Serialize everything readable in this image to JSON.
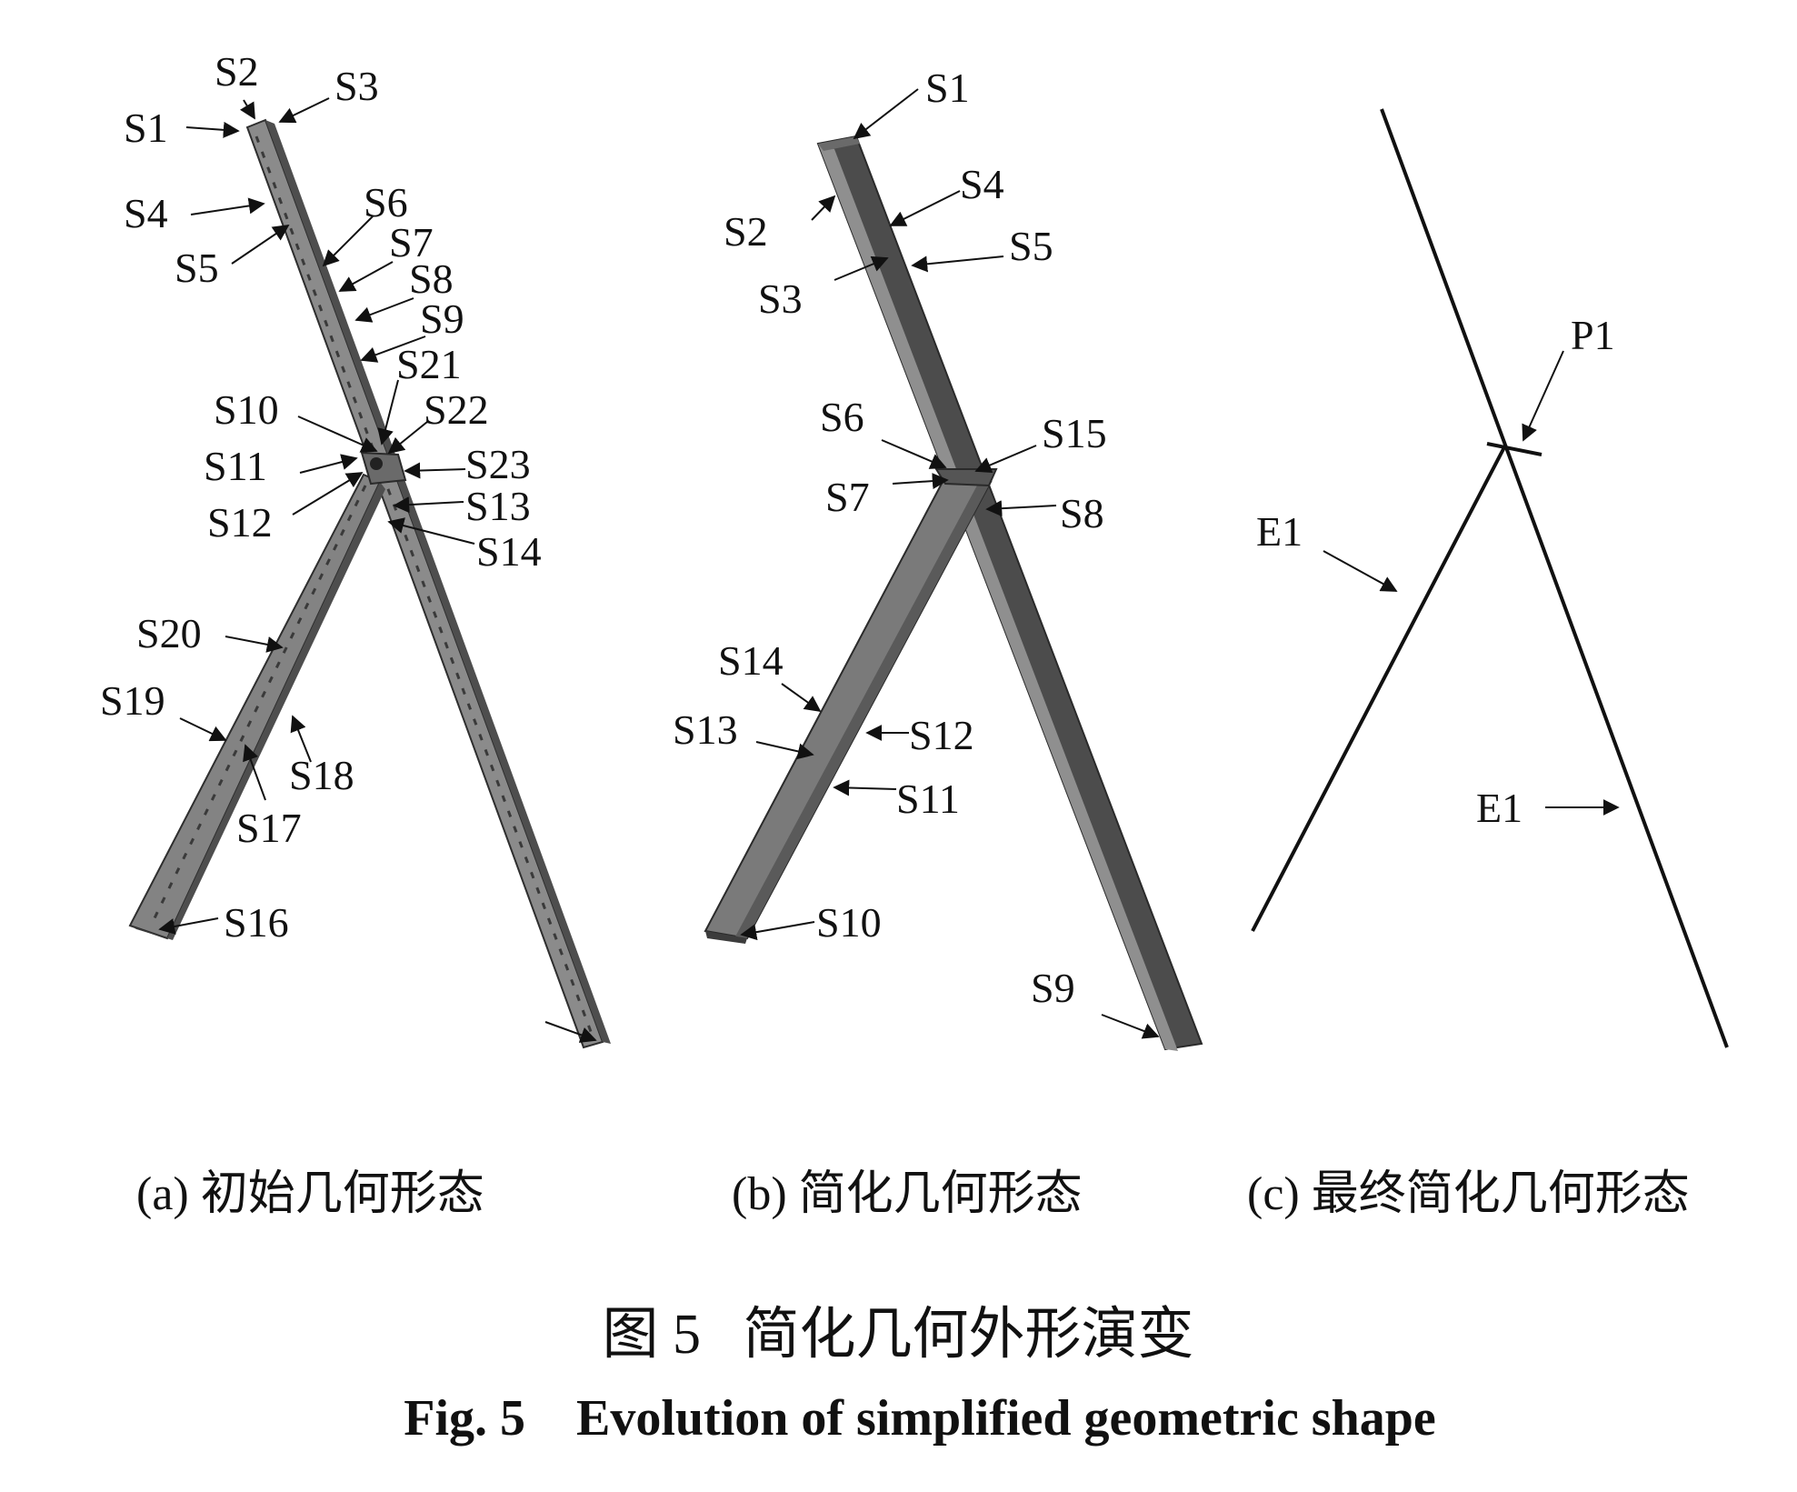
{
  "figure_a": {
    "labels": [
      "S1",
      "S2",
      "S3",
      "S4",
      "S5",
      "S6",
      "S7",
      "S8",
      "S9",
      "S10",
      "S11",
      "S12",
      "S13",
      "S14",
      "S16",
      "S17",
      "S18",
      "S19",
      "S20",
      "S21",
      "S22",
      "S23"
    ],
    "caption": "(a) 初始几何形态"
  },
  "figure_b": {
    "labels": [
      "S1",
      "S2",
      "S3",
      "S4",
      "S5",
      "S6",
      "S7",
      "S8",
      "S9",
      "S10",
      "S11",
      "S12",
      "S13",
      "S14",
      "S15"
    ],
    "caption": "(b) 简化几何形态"
  },
  "figure_c": {
    "labels": [
      "P1",
      "E1",
      "E1"
    ],
    "caption": "(c) 最终简化几何形态"
  },
  "caption": {
    "cn": "图 5   简化几何外形演变",
    "en": "Fig. 5    Evolution of simplified geometric shape"
  },
  "colors": {
    "beam_light": "#8a8a8a",
    "beam_dark": "#4c4c4c",
    "line": "#111111"
  }
}
